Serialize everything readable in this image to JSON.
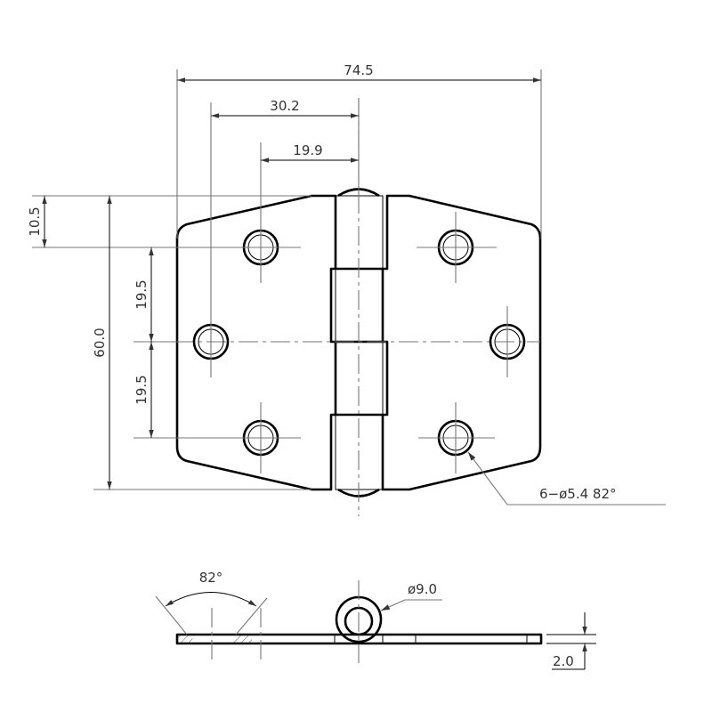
{
  "drawing": {
    "dimensions": {
      "overall_width": "74.5",
      "hole_offset_outer": "30.2",
      "hole_offset_inner": "19.9",
      "top_hole_offset": "10.5",
      "overall_height": "60.0",
      "hole_spacing_upper": "19.5",
      "hole_spacing_lower": "19.5",
      "hole_callout": "6−ø5.4  82°",
      "countersink_angle": "82°",
      "knuckle_diameter": "ø9.0",
      "thickness": "2.0"
    }
  }
}
